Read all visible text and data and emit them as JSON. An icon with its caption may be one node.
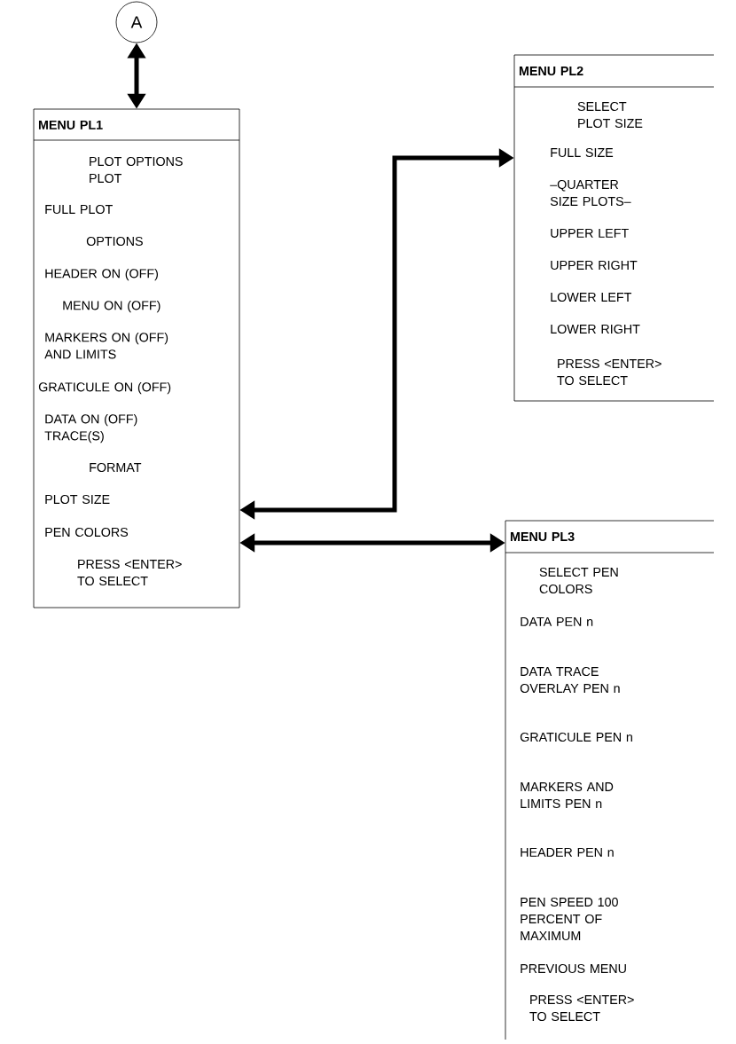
{
  "diagram": {
    "nodes": [
      {
        "text": [
          "A"
        ]
      },
      {
        "text": [
          "MENU PL1",
          "PLOT OPTIONS PLOT",
          "FULL PLOT",
          "OPTIONS",
          "HEADER ON (OFF)",
          "MENU ON (OFF)",
          "MARKERS ON (OFF) AND LIMITS",
          "GRATICULE ON (OFF)",
          "DATA ON (OFF) TRACE(S)",
          "FORMAT",
          "PLOT SIZE",
          "PEN COLORS",
          "PRESS <ENTER> TO SELECT"
        ]
      },
      {
        "text": [
          "MENU PL2",
          "SELECT PLOT SIZE",
          "FULL SIZE",
          "–QUARTER SIZE PLOTS–",
          "UPPER LEFT",
          "UPPER RIGHT",
          "LOWER LEFT",
          "LOWER RIGHT",
          "PRESS <ENTER> TO SELECT"
        ]
      },
      {
        "text": [
          "MENU PL3",
          "SELECT PEN COLORS",
          "DATA PEN n",
          "DATA TRACE OVERLAY PEN n",
          "GRATICULE PEN n",
          "MARKERS AND LIMITS PEN n",
          "HEADER PEN n",
          "PEN SPEED 100 PERCENT OF MAXIMUM",
          "PREVIOUS MENU",
          "PRESS <ENTER> TO SELECT"
        ]
      }
    ],
    "edges": [
      {
        "from": 0,
        "to": 1,
        "arrow": "both"
      },
      {
        "from": 1,
        "to": 2,
        "arrow": "both"
      },
      {
        "from": 1,
        "to": 3,
        "arrow": "both"
      }
    ]
  }
}
